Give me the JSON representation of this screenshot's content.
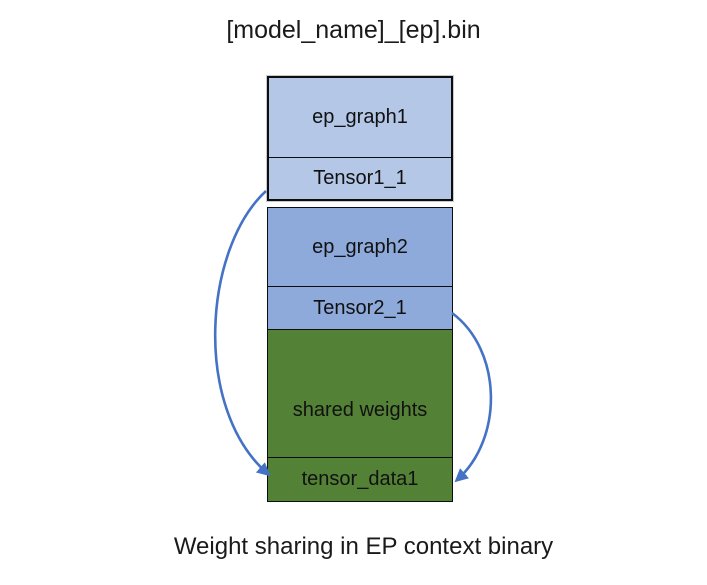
{
  "title": "[model_name]_[ep].bin",
  "caption": "Weight sharing in EP context binary",
  "colors": {
    "background": "#ffffff",
    "block_border": "#0d0d0d",
    "text": "#111111",
    "arrow": "#4472c4",
    "ep1_fill": "#b4c7e7",
    "ep2_fill": "#8eaadb",
    "shared_fill": "#538135"
  },
  "diagram": {
    "file_blocks": [
      {
        "name": "ep_context_1",
        "fill": "#b4c7e7",
        "segments": [
          {
            "label": "ep_graph1"
          },
          {
            "label": "Tensor1_1"
          }
        ]
      },
      {
        "name": "ep_context_2",
        "fill": "#8eaadb",
        "segments": [
          {
            "label": "ep_graph2"
          },
          {
            "label": "Tensor2_1"
          }
        ]
      },
      {
        "name": "shared_weights_block",
        "fill": "#538135",
        "segments": [
          {
            "label": "shared weights"
          },
          {
            "label": "tensor_data1"
          }
        ]
      }
    ],
    "arrows": [
      {
        "name": "left-arrow",
        "from": "Tensor1_1",
        "to": "tensor_data1",
        "color": "#4472c4"
      },
      {
        "name": "right-arrow",
        "from": "Tensor2_1",
        "to": "tensor_data1",
        "color": "#4472c4"
      }
    ]
  }
}
